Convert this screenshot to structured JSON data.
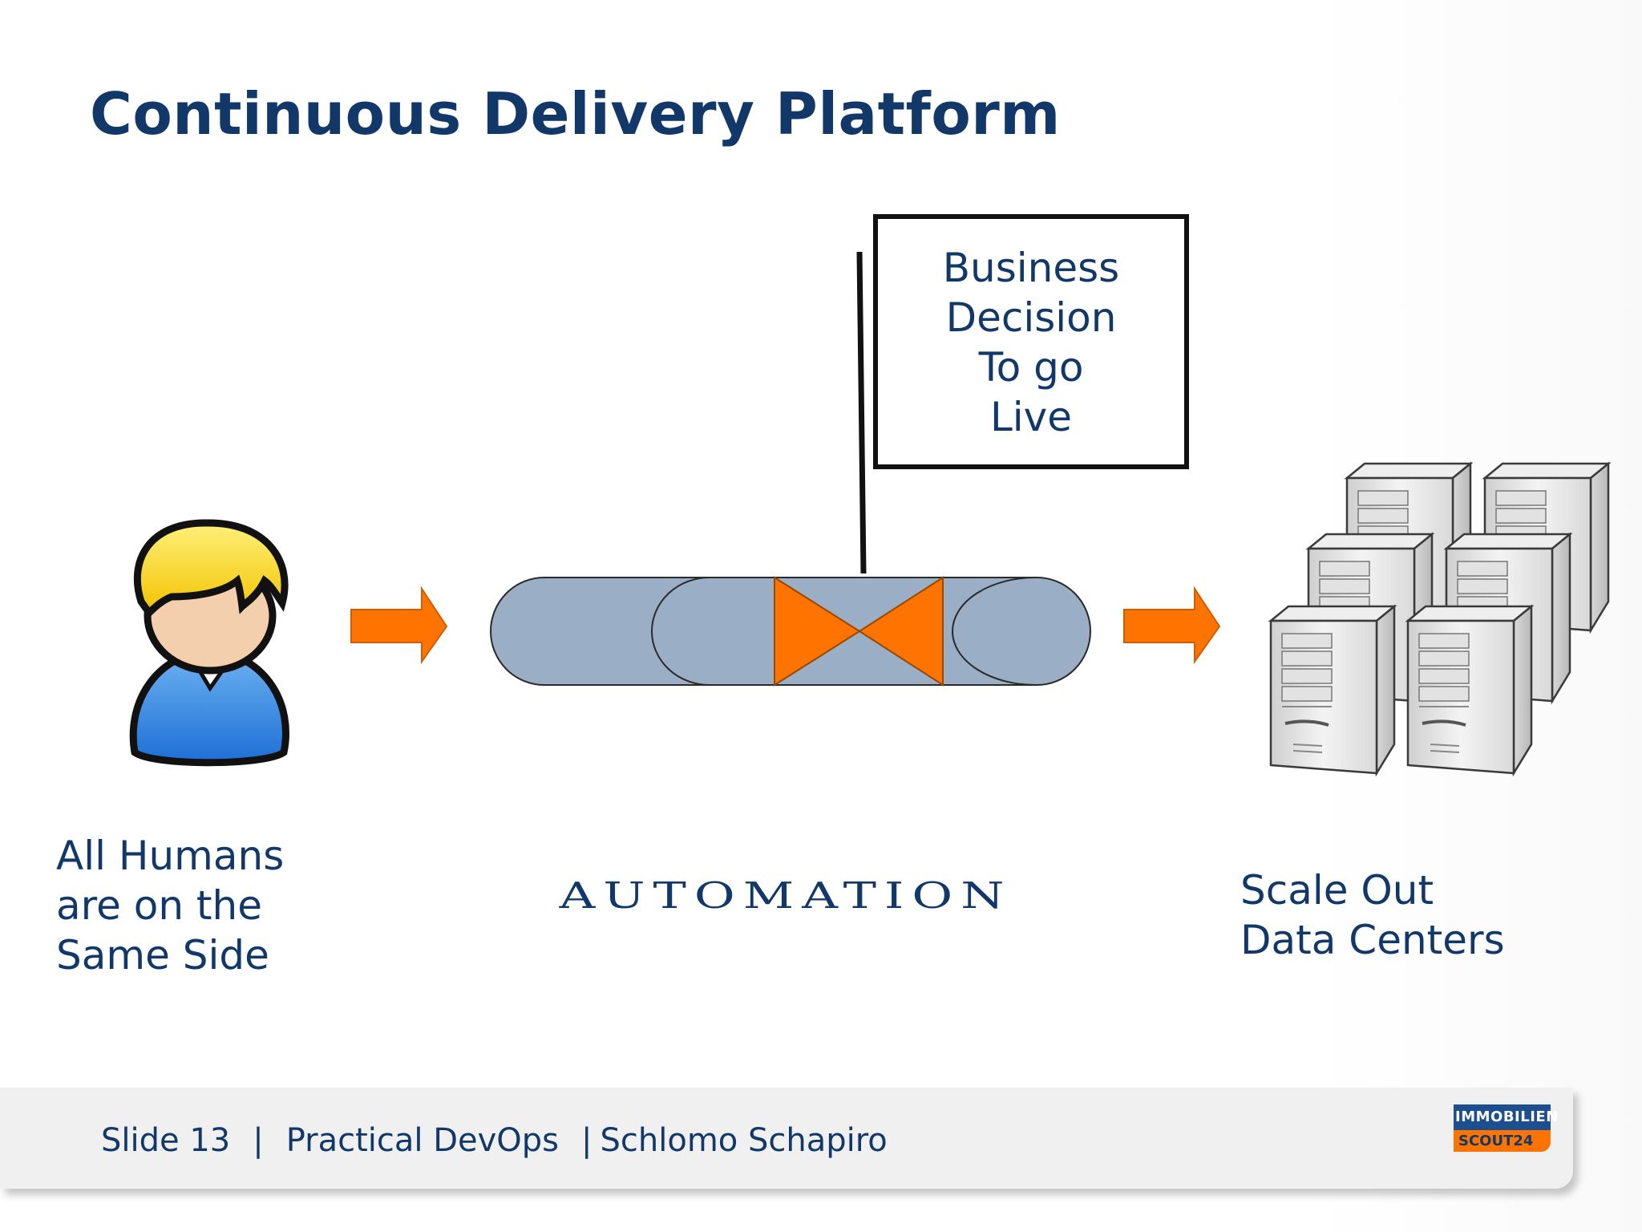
{
  "slide": {
    "title": "Continuous Delivery Platform",
    "flag_lines": [
      "Business",
      "Decision",
      "To go",
      "Live"
    ],
    "left_caption_lines": [
      "All Humans",
      "are on the",
      "Same Side"
    ],
    "center_caption": "AUTOMATION",
    "right_caption_lines": [
      "Scale Out",
      "Data Centers"
    ]
  },
  "footer": {
    "slide_label": "Slide 13",
    "separator": "|",
    "presentation": "Practical DevOps",
    "author": "Schlomo Schapiro"
  },
  "logo": {
    "top": "IMMOBILIEN",
    "bottom": "SCOUT24"
  },
  "colors": {
    "title": "#12386a",
    "arrow_orange": "#ff7300",
    "pipe_blue": "#9aaec6",
    "footer_bg": "#f0f0f0",
    "logo_blue": "#1c4f8f"
  },
  "icons": {
    "person": "person-icon",
    "servers": "server-icon",
    "valve": "valve-icon"
  }
}
